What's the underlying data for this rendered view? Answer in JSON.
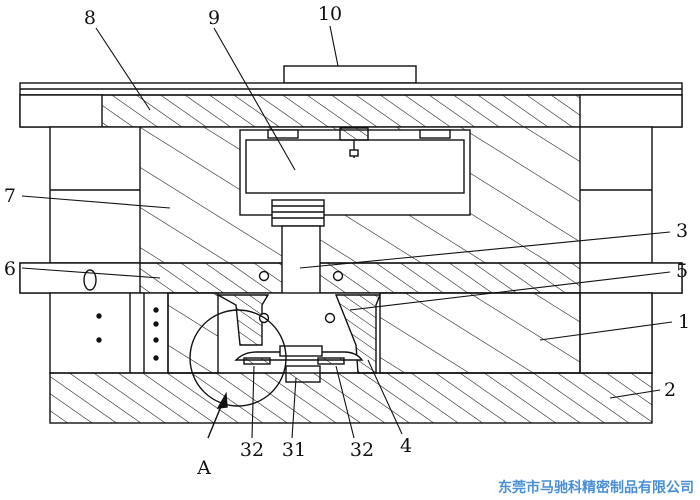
{
  "labels": {
    "l1": "1",
    "l2": "2",
    "l3": "3",
    "l4": "4",
    "l5": "5",
    "l6": "6",
    "l7": "7",
    "l8": "8",
    "l9": "9",
    "l10": "10",
    "l31": "31",
    "l32a": "32",
    "l32b": "32",
    "la": "A"
  },
  "watermark": "东莞市马驰科精密制品有限公司",
  "colors": {
    "line": "#111111",
    "watermark": "#4a8fd6"
  }
}
